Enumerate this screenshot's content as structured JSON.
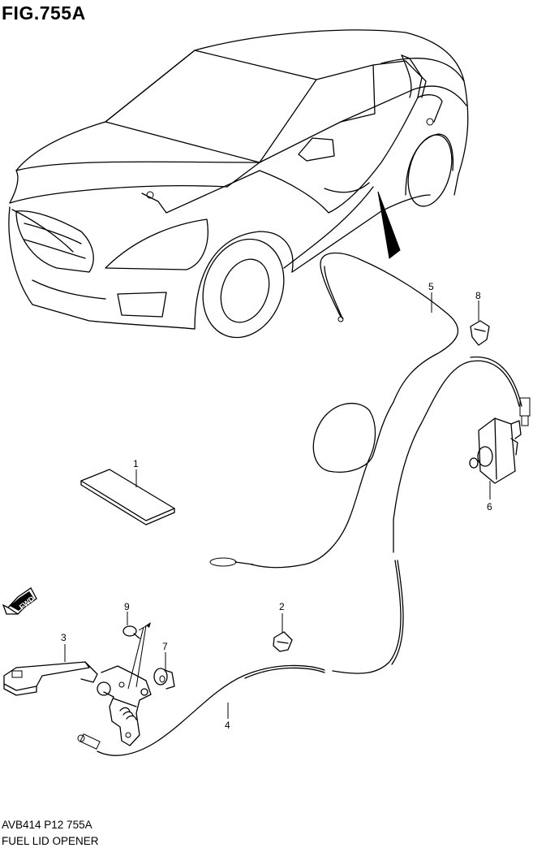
{
  "figure": {
    "title": "FIG.755A",
    "code": "AVB414 P12 755A",
    "name": "FUEL LID OPENER"
  },
  "fwd_label": "FWD",
  "callouts": [
    "1",
    "2",
    "3",
    "4",
    "5",
    "6",
    "7",
    "8",
    "9"
  ],
  "colors": {
    "line": "#000000",
    "background": "#ffffff"
  }
}
